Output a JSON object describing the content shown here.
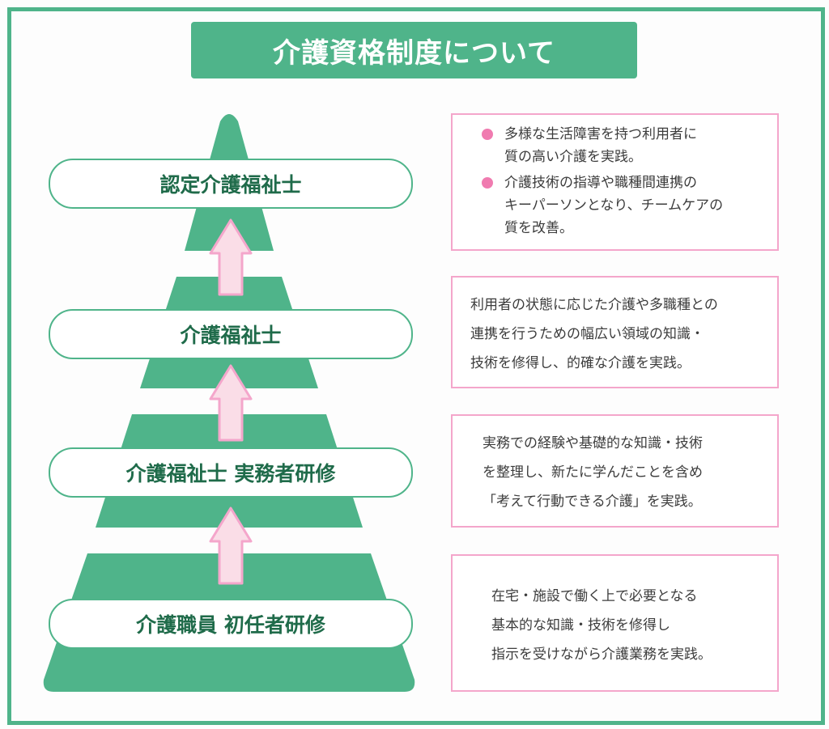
{
  "title": "介護資格制度について",
  "colors": {
    "green": "#4fb48a",
    "pink_border": "#f4a6cb",
    "pink_fill": "#fadde7",
    "bullet": "#f07bb0",
    "label_text": "#1f6b4a"
  },
  "levels": [
    {
      "label": "認定介護福祉士",
      "bullets": [
        "多様な生活障害を持つ利用者に質の高い介護を実践。",
        "介護技術の指導や職種間連携のキーパーソンとなり、チームケアの質を改善。"
      ],
      "lines": [
        "多様な生活障害を持つ利用者に",
        "質の高い介護を実践。",
        "介護技術の指導や職種間連携の",
        "キーパーソンとなり、チームケアの",
        "質を改善。"
      ]
    },
    {
      "label": "介護福祉士",
      "lines": [
        "利用者の状態に応じた介護や多職種との",
        "連携を行うための幅広い領域の知識・",
        "技術を修得し、的確な介護を実践。"
      ]
    },
    {
      "label": "介護福祉士 実務者研修",
      "lines": [
        "実務での経験や基礎的な知識・技術",
        "を整理し、新たに学んだことを含め",
        "「考えて行動できる介護」を実践。"
      ]
    },
    {
      "label": "介護職員 初任者研修",
      "lines": [
        "在宅・施設で働く上で必要となる",
        "基本的な知識・技術を修得し",
        "指示を受けながら介護業務を実践。"
      ]
    }
  ]
}
